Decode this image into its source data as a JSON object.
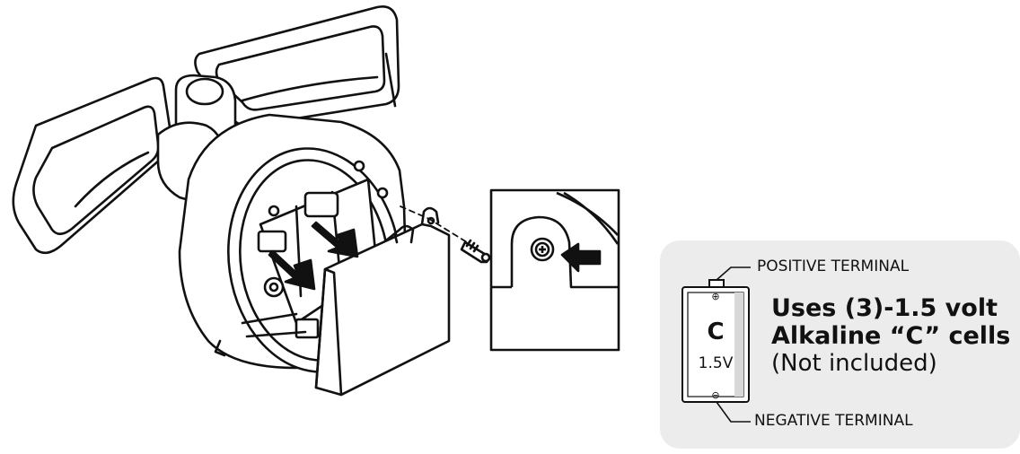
{
  "battery_info": {
    "positive_label": "POSITIVE TERMINAL",
    "negative_label": "NEGATIVE TERMINAL",
    "cell_letter": "C",
    "cell_voltage": "1.5V",
    "line1": "Uses (3)-1.5 volt",
    "line2": "Alkaline “C” cells",
    "line3": "(Not included)",
    "positive_symbol": "⊕",
    "negative_symbol": "⊖"
  },
  "colors": {
    "line": "#111111",
    "panel": "#ececec",
    "cell_body": "#d8d8d8"
  },
  "icons": [
    "screw-icon",
    "arrow-icon",
    "battery-icon"
  ]
}
